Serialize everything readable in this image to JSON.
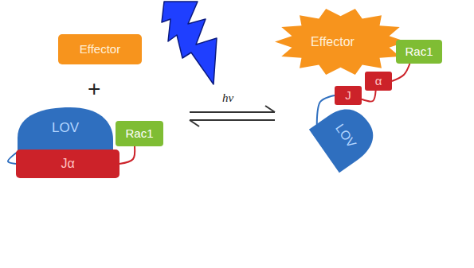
{
  "diagram": {
    "nodes": [
      {
        "text": [
          "Effector"
        ]
      },
      {
        "text": [
          "LOV"
        ]
      },
      {
        "text": [
          "Rac1"
        ]
      },
      {
        "text": [
          "Jα"
        ]
      },
      {
        "text": [
          "Effector"
        ]
      },
      {
        "text": [
          "Rac1"
        ]
      },
      {
        "text": [
          "J"
        ]
      },
      {
        "text": [
          "α"
        ]
      },
      {
        "text": [
          "LOV"
        ]
      }
    ],
    "edges": [
      {
        "from": 1,
        "to": 3,
        "arrow": "none"
      },
      {
        "from": 3,
        "to": 2,
        "arrow": "none"
      },
      {
        "from": 8,
        "to": 6,
        "arrow": "none"
      },
      {
        "from": 6,
        "to": 7,
        "arrow": "none"
      },
      {
        "from": 7,
        "to": 5,
        "arrow": "none"
      }
    ],
    "labels": [
      "+",
      "hν"
    ]
  }
}
